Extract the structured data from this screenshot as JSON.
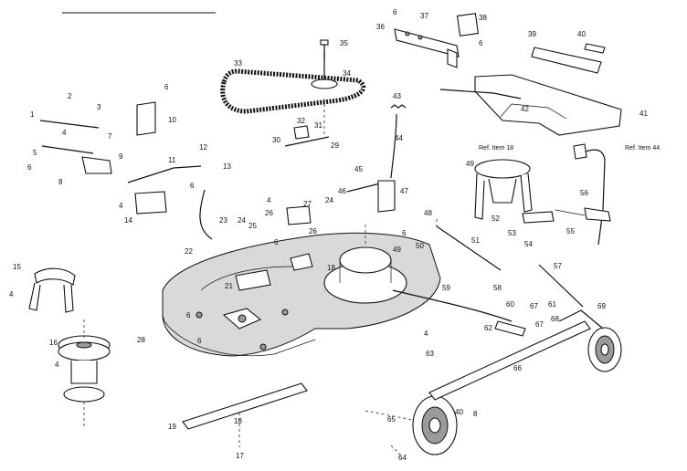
{
  "labels": {
    "n1": "1",
    "n2": "2",
    "n3": "3",
    "n4": "4",
    "n5": "5",
    "n6": "6",
    "n7": "7",
    "n8": "8",
    "n9": "9",
    "n10": "10",
    "n11": "11",
    "n12": "12",
    "n13": "13",
    "n14": "14",
    "n15": "15",
    "n16": "16",
    "n17": "17",
    "n18": "18",
    "n19": "19",
    "n21": "21",
    "n22": "22",
    "n23": "23",
    "n24": "24",
    "n25": "25",
    "n26": "26",
    "n27": "27",
    "n28": "28",
    "n29": "29",
    "n30": "30",
    "n31": "31",
    "n32": "32",
    "n33": "33",
    "n34": "34",
    "n35": "35",
    "n36": "36",
    "n37": "37",
    "n38": "38",
    "n39": "39",
    "n40": "40",
    "n41": "41",
    "n42": "42",
    "n43": "43",
    "n44": "44",
    "n45": "45",
    "n46": "46",
    "n47": "47",
    "n48": "48",
    "n49": "49",
    "n50": "50",
    "n51": "51",
    "n52": "52",
    "n53": "53",
    "n54": "54",
    "n55": "55",
    "n56": "56",
    "n57": "57",
    "n58": "58",
    "n59": "59",
    "n60": "60",
    "n61": "61",
    "n62": "62",
    "n63": "63",
    "n64": "64",
    "n65": "65",
    "n66": "66",
    "n67": "67",
    "n68": "68",
    "n69": "69",
    "ref18": "Ref. Item 18",
    "ref44": "Ref. Item 44"
  }
}
